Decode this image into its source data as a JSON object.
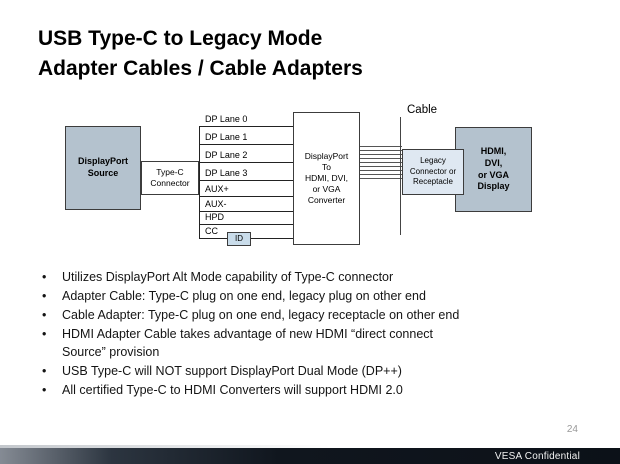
{
  "slide": {
    "title_line1": "USB Type-C to Legacy Mode",
    "title_line2": "Adapter Cables / Cable Adapters",
    "page_number": "24",
    "footer_label": "VESA Confidential"
  },
  "diagram": {
    "source_box": "DisplayPort\nSource",
    "typec_box": "Type-C\nConnector",
    "lanes": [
      "DP Lane 0",
      "DP Lane 1",
      "DP Lane 2",
      "DP Lane 3",
      "AUX+",
      "AUX-",
      "HPD",
      "CC"
    ],
    "id_box": "ID",
    "converter_box": "DisplayPort\nTo\nHDMI, DVI,\nor VGA\nConverter",
    "cable_label": "Cable",
    "legacy_box": "Legacy\nConnector or\nReceptacle",
    "display_box": "HDMI,\nDVI,\nor VGA\nDisplay"
  },
  "bullets": [
    "Utilizes DisplayPort Alt Mode capability of Type-C connector",
    "Adapter Cable: Type-C plug on one end, legacy plug on other end",
    "Cable Adapter: Type-C plug on one end, legacy receptacle on other end",
    "HDMI Adapter Cable takes advantage of new HDMI “direct connect\nSource” provision",
    "USB Type-C will NOT support DisplayPort Dual Mode (DP++)",
    "All certified Type-C to HDMI Converters will support HDMI 2.0"
  ]
}
